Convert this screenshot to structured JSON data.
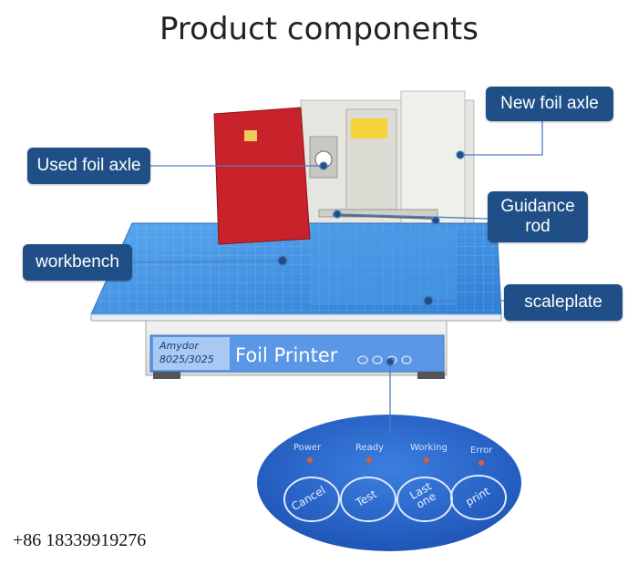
{
  "title": "Product components",
  "labels": {
    "new_foil_axle": "New foil axle",
    "used_foil_axle": "Used foil axle",
    "guidance_rod_line1": "Guidance",
    "guidance_rod_line2": "rod",
    "workbench": "workbench",
    "scaleplate": "scaleplate"
  },
  "machine": {
    "brand_line1": "Amydor",
    "brand_line2": "8025/3025",
    "product_name": "Foil Printer"
  },
  "panel": {
    "status_lights": [
      "Power",
      "Ready",
      "Working",
      "Error"
    ],
    "buttons": [
      "Cancel",
      "Test",
      "Last\none",
      "print"
    ]
  },
  "phone": "+86 18339919276",
  "colors": {
    "label_bg": "#1f4f86",
    "workbench": "#3b8ee0",
    "panel_blue": "#2f6bd0",
    "book_red": "#c8232a"
  }
}
